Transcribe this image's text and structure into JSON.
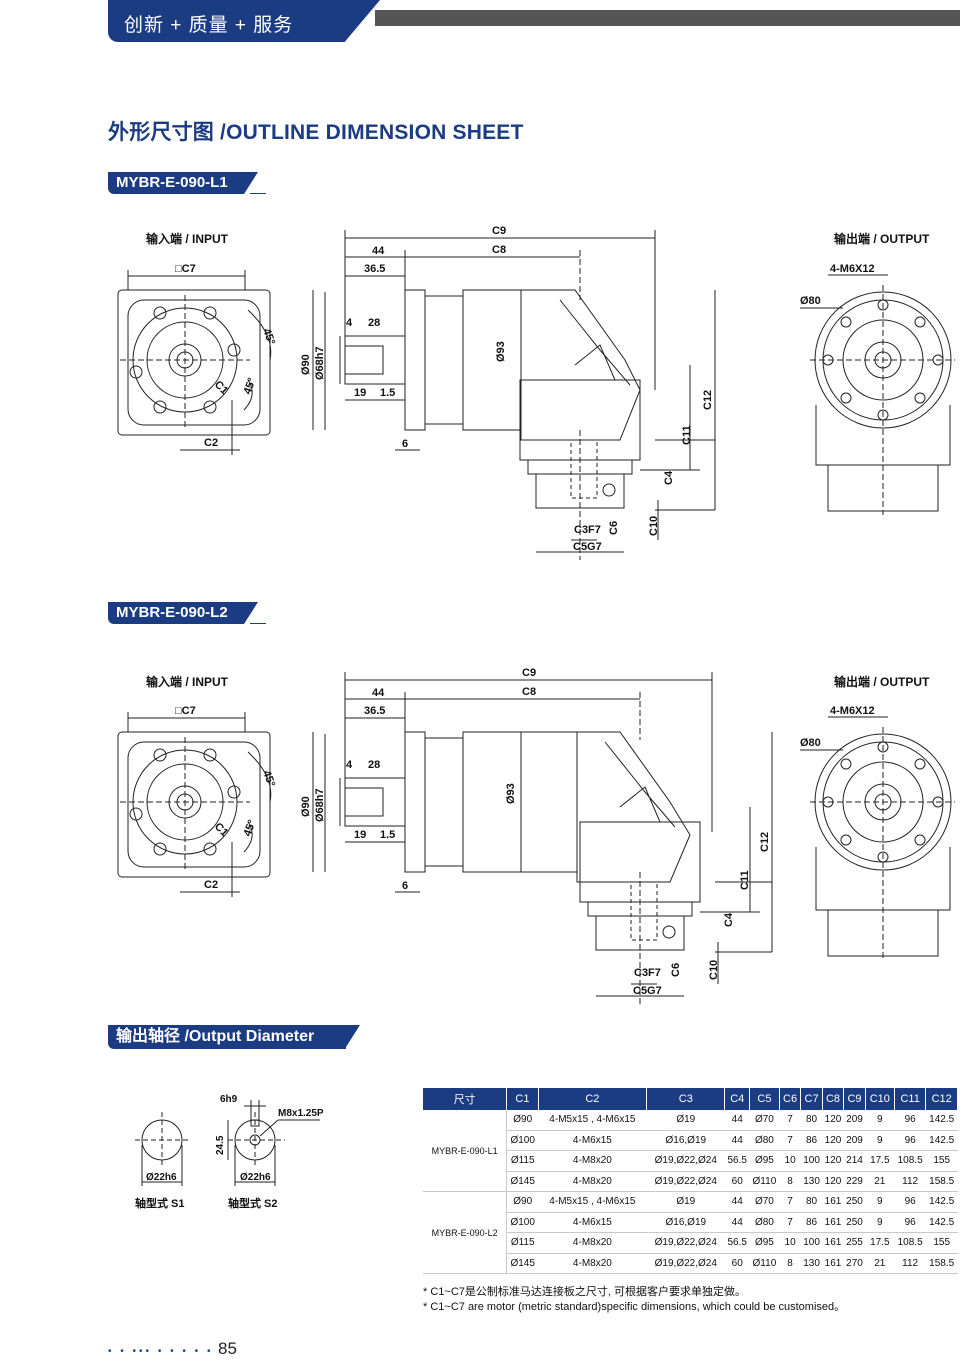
{
  "header": {
    "slogan": "创新 + 质量 + 服务"
  },
  "section_title": "外形尺寸图 /OUTLINE DIMENSION SHEET",
  "models": [
    {
      "name": "MYBR-E-090-L1",
      "input_label": "输入端 / INPUT",
      "output_label": "输出端 / OUTPUT"
    },
    {
      "name": "MYBR-E-090-L2",
      "input_label": "输入端 / INPUT",
      "output_label": "输出端 / OUTPUT"
    }
  ],
  "dims": {
    "c7": "□C7",
    "c1": "C1",
    "c2": "C2",
    "deg45": "45°",
    "c9": "C9",
    "c8": "C8",
    "d44": "44",
    "d36_5": "36.5",
    "d4": "4",
    "d28": "28",
    "d19": "19",
    "d1_5": "1.5",
    "d6": "6",
    "dia90": "Ø90",
    "dia68": "Ø68h7",
    "dia93": "Ø93",
    "c12": "C12",
    "c11": "C11",
    "c4": "C4",
    "c10": "C10",
    "c6": "C6",
    "c3": "C3F7",
    "c5": "C5G7",
    "m6": "4-M6X12",
    "dia80": "Ø80"
  },
  "output_section": {
    "title": "输出轴径 /Output Diameter",
    "s1_label": "轴型式 S1",
    "s2_label": "轴型式 S2",
    "d22": "Ø22h6",
    "d6h9": "6h9",
    "d24_5": "24.5",
    "m8": "M8x1.25P"
  },
  "table": {
    "headers": [
      "尺寸",
      "C1",
      "C2",
      "C3",
      "C4",
      "C5",
      "C6",
      "C7",
      "C8",
      "C9",
      "C10",
      "C11",
      "C12"
    ],
    "groups": [
      {
        "model": "MYBR-E-090-L1",
        "rows": [
          [
            "Ø90",
            "4-M5x15 , 4-M6x15",
            "Ø19",
            "44",
            "Ø70",
            "7",
            "80",
            "120",
            "209",
            "9",
            "96",
            "142.5"
          ],
          [
            "Ø100",
            "4-M6x15",
            "Ø16,Ø19",
            "44",
            "Ø80",
            "7",
            "86",
            "120",
            "209",
            "9",
            "96",
            "142.5"
          ],
          [
            "Ø115",
            "4-M8x20",
            "Ø19,Ø22,Ø24",
            "56.5",
            "Ø95",
            "10",
            "100",
            "120",
            "214",
            "17.5",
            "108.5",
            "155"
          ],
          [
            "Ø145",
            "4-M8x20",
            "Ø19,Ø22,Ø24",
            "60",
            "Ø110",
            "8",
            "130",
            "120",
            "229",
            "21",
            "112",
            "158.5"
          ]
        ]
      },
      {
        "model": "MYBR-E-090-L2",
        "rows": [
          [
            "Ø90",
            "4-M5x15 , 4-M6x15",
            "Ø19",
            "44",
            "Ø70",
            "7",
            "80",
            "161",
            "250",
            "9",
            "96",
            "142.5"
          ],
          [
            "Ø100",
            "4-M6x15",
            "Ø16,Ø19",
            "44",
            "Ø80",
            "7",
            "86",
            "161",
            "250",
            "9",
            "96",
            "142.5"
          ],
          [
            "Ø115",
            "4-M8x20",
            "Ø19,Ø22,Ø24",
            "56.5",
            "Ø95",
            "10",
            "100",
            "161",
            "255",
            "17.5",
            "108.5",
            "155"
          ],
          [
            "Ø145",
            "4-M8x20",
            "Ø19,Ø22,Ø24",
            "60",
            "Ø110",
            "8",
            "130",
            "161",
            "270",
            "21",
            "112",
            "158.5"
          ]
        ]
      }
    ]
  },
  "notes": {
    "cn": "* C1~C7是公制标准马达连接板之尺寸, 可根据客户要求单独定做。",
    "en": "* C1~C7 are motor (metric standard)specific dimensions, which could be customised。"
  },
  "footer": {
    "dots": "• • ••• • • • • •",
    "page": "85"
  }
}
